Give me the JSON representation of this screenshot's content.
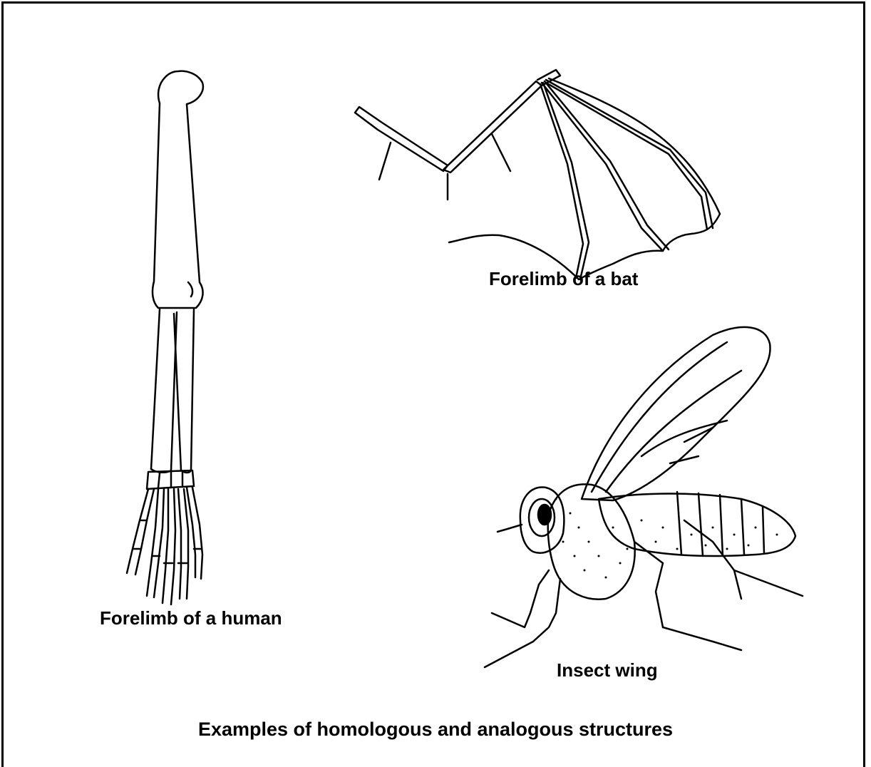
{
  "labels": {
    "bat": "Forelimb of a bat",
    "human": "Forelimb of a human",
    "insect": "Insect wing",
    "caption": "Examples of homologous and analogous structures"
  }
}
